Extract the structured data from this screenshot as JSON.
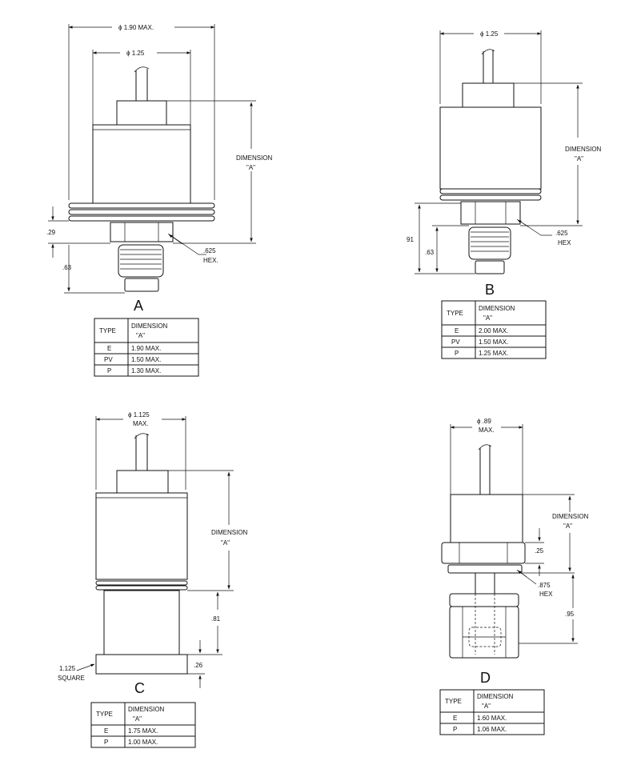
{
  "views": {
    "a": {
      "letter": "A",
      "dim_outer": "ϕ 1.90 MAX.",
      "dim_inner": "ϕ 1.25",
      "dim_a_line1": "DIMENSION",
      "dim_a_line2": "\"A\"",
      "dim_29": ".29",
      "dim_63": ".63",
      "hex_size": ".625",
      "hex_label": "HEX.",
      "table": {
        "head_type": "TYPE",
        "head_dim1": "DIMENSION",
        "head_dim2": "\"A\"",
        "rows": [
          {
            "type": "E",
            "dim": "1.90 MAX."
          },
          {
            "type": "PV",
            "dim": "1.50 MAX."
          },
          {
            "type": "P",
            "dim": "1.30 MAX."
          }
        ]
      }
    },
    "b": {
      "letter": "B",
      "dim_top": "ϕ 1.25",
      "dim_a_line1": "DIMENSION",
      "dim_a_line2": "\"A\"",
      "dim_91": "91",
      "dim_63": ".63",
      "hex_size": ".625",
      "hex_label": "HEX",
      "table": {
        "head_type": "TYPE",
        "head_dim1": "DIMENSION",
        "head_dim2": "\"A\"",
        "rows": [
          {
            "type": "E",
            "dim": "2.00 MAX."
          },
          {
            "type": "PV",
            "dim": "1.50 MAX."
          },
          {
            "type": "P",
            "dim": "1.25 MAX."
          }
        ]
      }
    },
    "c": {
      "letter": "C",
      "dim_top1": "ϕ 1.125",
      "dim_top2": "MAX.",
      "dim_a_line1": "DIMENSION",
      "dim_a_line2": "\"A\"",
      "dim_81": ".81",
      "dim_26": ".26",
      "square_size": "1.125",
      "square_label": "SQUARE",
      "table": {
        "head_type": "TYPE",
        "head_dim1": "DIMENSION",
        "head_dim2": "\"A\"",
        "rows": [
          {
            "type": "E",
            "dim": "1.75 MAX."
          },
          {
            "type": "P",
            "dim": "1.00 MAX."
          }
        ]
      }
    },
    "d": {
      "letter": "D",
      "dim_top1": "ϕ .89",
      "dim_top2": "MAX.",
      "dim_a_line1": "DIMENSION",
      "dim_a_line2": "\"A\"",
      "dim_25": ".25",
      "dim_95": ".95",
      "hex_size": ".875",
      "hex_label": "HEX",
      "table": {
        "head_type": "TYPE",
        "head_dim1": "DIMENSION",
        "head_dim2": "\"A\"",
        "rows": [
          {
            "type": "E",
            "dim": "1.60 MAX."
          },
          {
            "type": "P",
            "dim": "1.06 MAX."
          }
        ]
      }
    }
  }
}
